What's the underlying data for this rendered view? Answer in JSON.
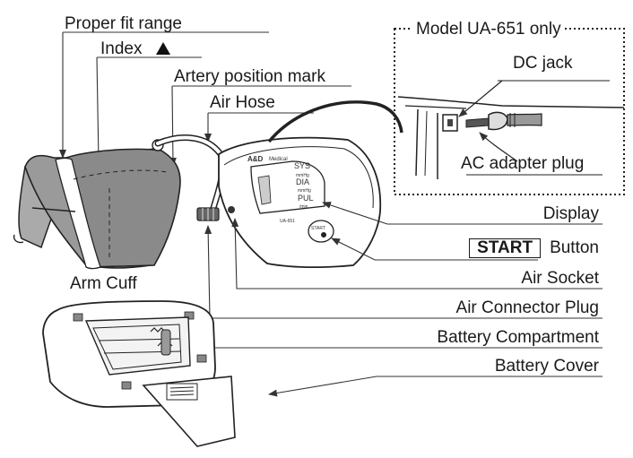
{
  "labels": {
    "proper_fit_range": "Proper fit range",
    "index": "Index",
    "artery_position_mark": "Artery position mark",
    "air_hose": "Air Hose",
    "arm_cuff": "Arm Cuff",
    "model_only": "Model UA-651 only",
    "dc_jack": "DC jack",
    "ac_adapter_plug": "AC adapter plug",
    "display": "Display",
    "start_key": "START",
    "button": "Button",
    "air_socket": "Air Socket",
    "air_connector_plug": "Air Connector Plug",
    "battery_compartment": "Battery Compartment",
    "battery_cover": "Battery Cover"
  },
  "device": {
    "brand": "A&D",
    "brand_sub": "Medical",
    "sys": "SYS",
    "sys_unit": "mmHg",
    "dia": "DIA",
    "dia_unit": "mmHg",
    "pul": "PUL",
    "pul_unit": "/min.",
    "start": "START",
    "model": "UA-651"
  },
  "colors": {
    "ink": "#1a1a1a",
    "cuff_fill": "#9a9a9a",
    "cuff_dark": "#7c7c7c"
  }
}
